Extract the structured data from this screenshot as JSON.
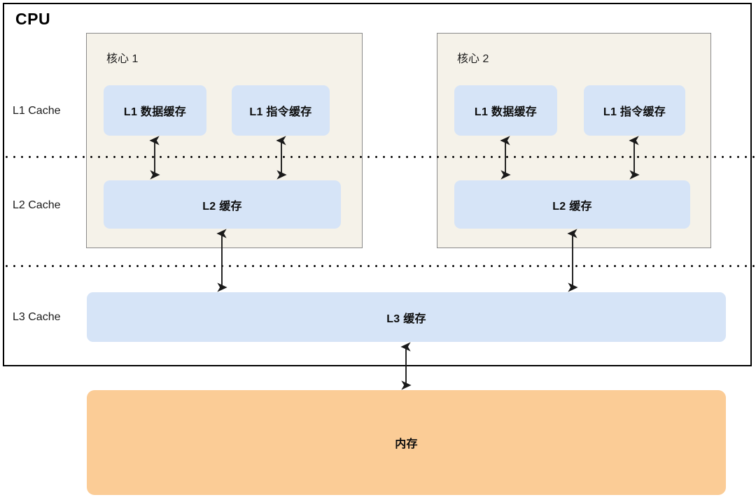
{
  "diagram": {
    "title": "CPU",
    "background_color": "#ffffff",
    "frame_border_color": "#000000",
    "core_fill_color": "#f5f2e9",
    "core_border_color": "#8a8a8a",
    "cache_fill_color": "#d6e4f7",
    "memory_fill_color": "#fbcc96",
    "arrow_color": "#1a1a1a",
    "separator_color": "#000000"
  },
  "row_labels": {
    "l1": "L1 Cache",
    "l2": "L2 Cache",
    "l3": "L3 Cache"
  },
  "cores": [
    {
      "title": "核心 1",
      "l1_data": "L1 数据缓存",
      "l1_instruction": "L1 指令缓存",
      "l2": "L2 缓存"
    },
    {
      "title": "核心 2",
      "l1_data": "L1 数据缓存",
      "l1_instruction": "L1 指令缓存",
      "l2": "L2 缓存"
    }
  ],
  "shared": {
    "l3": "L3 缓存",
    "memory": "内存"
  }
}
